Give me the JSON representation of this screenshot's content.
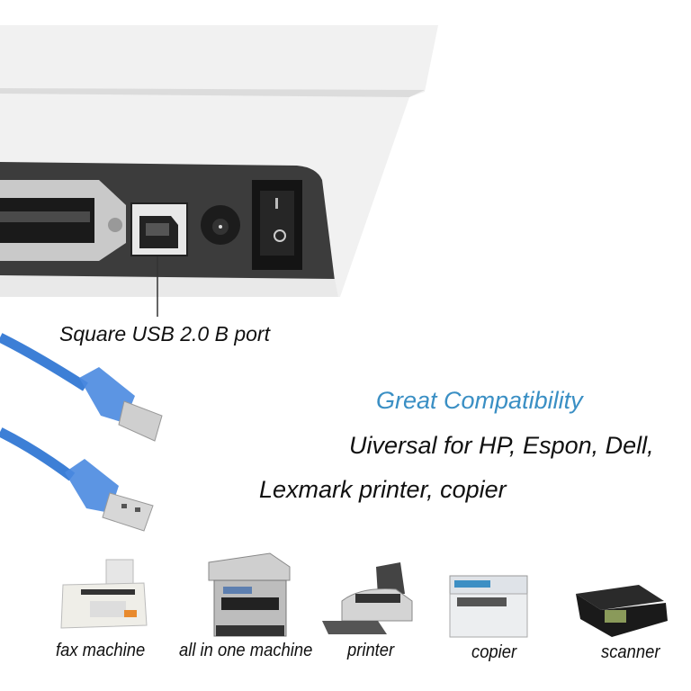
{
  "port_label": "Square USB 2.0 B port",
  "compatibility": {
    "title": "Great Compatibility",
    "line1": "Uiversal for HP,  Espon, Dell,",
    "line2": "Lexmark printer, copier"
  },
  "devices": [
    {
      "label": "fax machine",
      "icon": "fax-machine-icon"
    },
    {
      "label": "all in one machine",
      "icon": "all-in-one-machine-icon"
    },
    {
      "label": "printer",
      "icon": "printer-icon"
    },
    {
      "label": "copier",
      "icon": "copier-icon"
    },
    {
      "label": "scanner",
      "icon": "scanner-icon"
    }
  ],
  "colors": {
    "accent": "#3a8fc4",
    "cable": "#3d7fd6"
  }
}
